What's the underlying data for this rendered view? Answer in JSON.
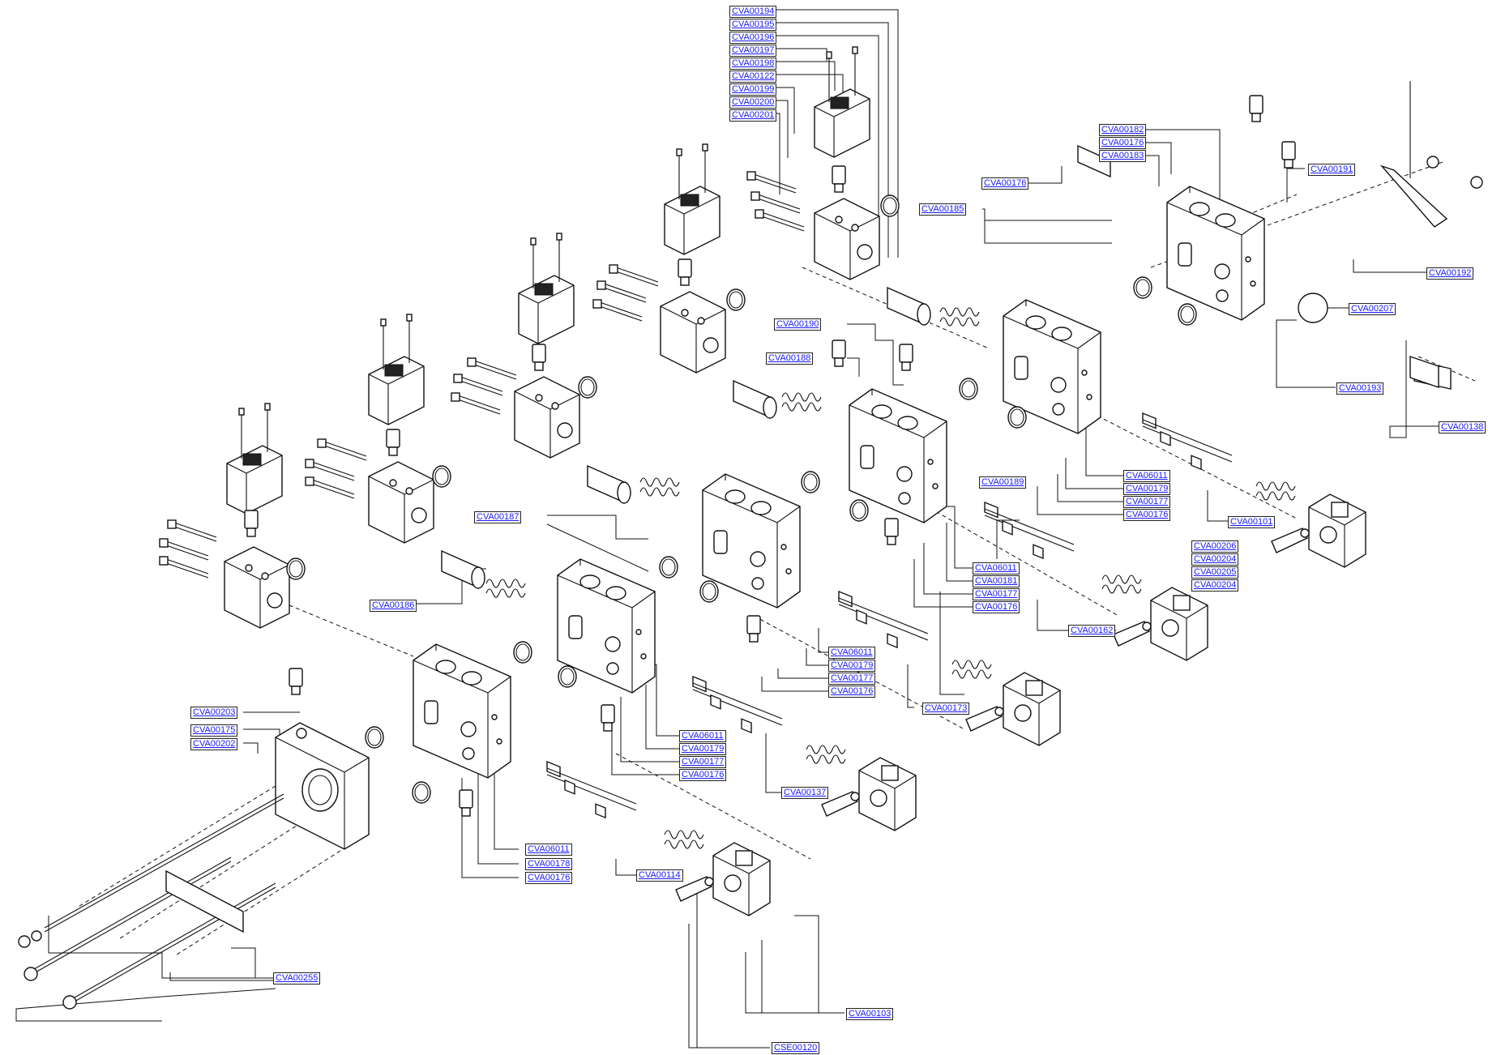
{
  "callouts": [
    "CVA00194",
    "CVA00195",
    "CVA00196",
    "CVA00197",
    "CVA00198",
    "CVA00122",
    "CVA00199",
    "CVA00200",
    "CVA00201",
    "CVA00182",
    "CVA00176",
    "CVA00183",
    "CVA00191",
    "CVA00176",
    "CVA00185",
    "CVA00192",
    "CVA00207",
    "CVA00190",
    "CVA00188",
    "CVA00193",
    "CVA00138",
    "CVA06011",
    "CVA00179",
    "CVA00177",
    "CVA00176",
    "CVA00189",
    "CVA00101",
    "CVA00187",
    "CVA00206",
    "CVA00204",
    "CVA00205",
    "CVA00204",
    "CVA06011",
    "CVA00181",
    "CVA00177",
    "CVA00176",
    "CVA00186",
    "CVA00162",
    "CVA06011",
    "CVA00179",
    "CVA00177",
    "CVA00176",
    "CVA00173",
    "CVA00203",
    "CVA00175",
    "CVA00202",
    "CVA06011",
    "CVA00179",
    "CVA00177",
    "CVA00176",
    "CVA00137",
    "CVA06011",
    "CVA00178",
    "CVA00176",
    "CVA00114",
    "CVA00255",
    "CVA00103",
    "CSE00120"
  ],
  "icons": {
    "part_glyph": "exploded-valve-part-icon"
  }
}
